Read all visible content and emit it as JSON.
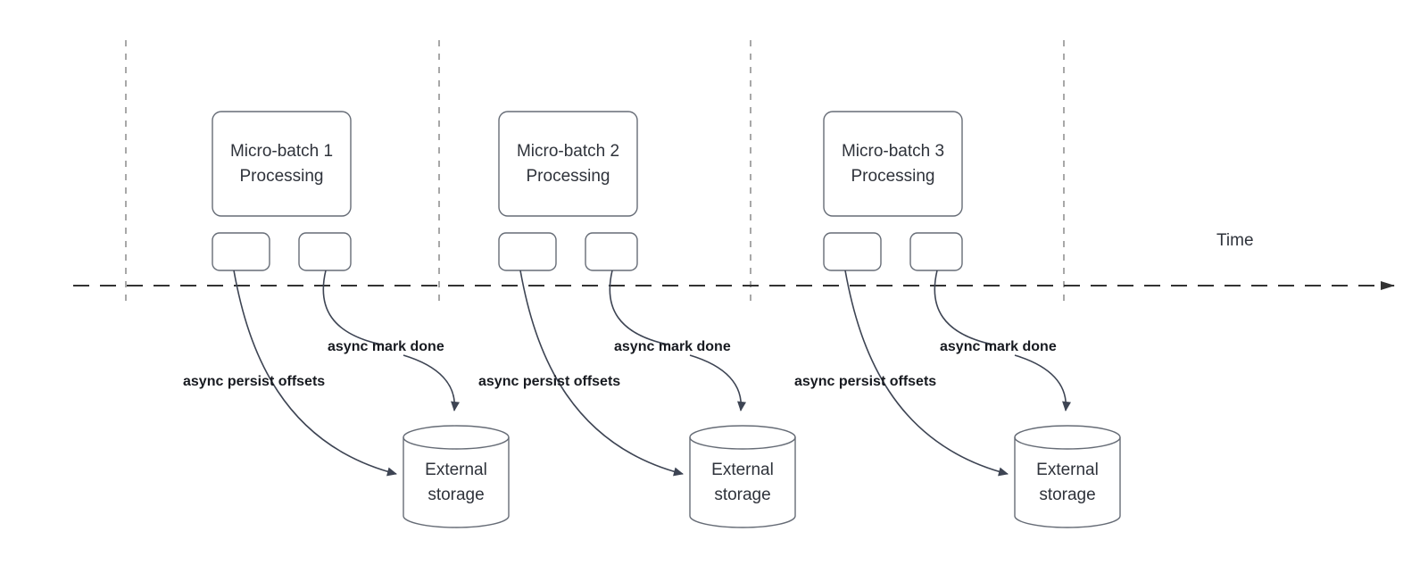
{
  "colors": {
    "background": "#ffffff",
    "timeline_stroke": "#333333",
    "gridline_stroke": "#a8a8a8",
    "arrow_stroke": "#3d4453",
    "shape_border": "#666c76",
    "text": "#2f333b",
    "bold_label_text": "#171a20"
  },
  "diagram": {
    "time_label": "Time",
    "segments": [
      {
        "box_line1": "Micro-batch 1",
        "box_line2": "Processing",
        "persist_label": "async persist offsets",
        "mark_done_label": "async mark done",
        "storage_line1": "External",
        "storage_line2": "storage"
      },
      {
        "box_line1": "Micro-batch 2",
        "box_line2": "Processing",
        "persist_label": "async persist offsets",
        "mark_done_label": "async mark done",
        "storage_line1": "External",
        "storage_line2": "storage"
      },
      {
        "box_line1": "Micro-batch 3",
        "box_line2": "Processing",
        "persist_label": "async persist offsets",
        "mark_done_label": "async mark done",
        "storage_line1": "External",
        "storage_line2": "storage"
      }
    ]
  }
}
